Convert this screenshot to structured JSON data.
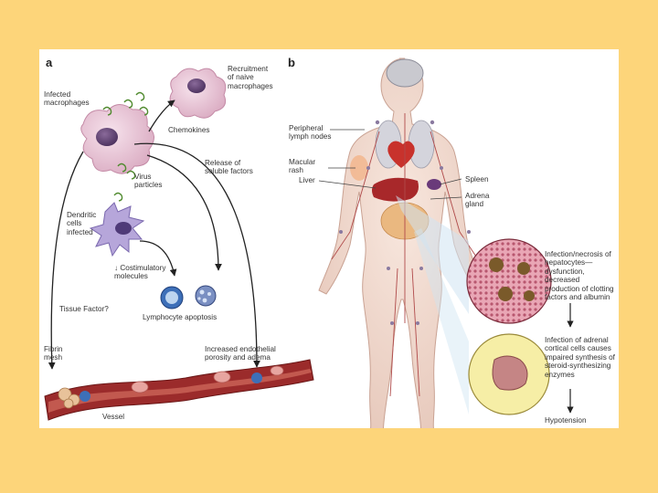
{
  "figure": {
    "panel_a": {
      "letter": "a",
      "infected_macrophages": "Infected\nmacrophages",
      "recruitment": "Recruitment\nof naive\nmacrophages",
      "chemokines": "Chemokines",
      "release": "Release of\nsoluble factors",
      "virus_particles": "Virus\nparticles",
      "dendritic": "Dendritic\ncells\ninfected",
      "costimulatory": "↓ Costimulatory\nmolecules",
      "tissue_factor": "Tissue Factor?",
      "lymphocyte": "Lymphocyte apoptosis",
      "fibrin": "Fibrin\nmesh",
      "endothelial": "Increased endothelial\nporosity and adema",
      "vessel": "Vessel"
    },
    "panel_b": {
      "letter": "b",
      "peripheral": "Peripheral\nlymph nodes",
      "macular": "Macular\nrash",
      "liver": "Liver",
      "spleen": "Spleen",
      "adrena": "Adrena\ngland",
      "hepatocytes": "Infection/necrosis of\nhepatocytes—\ndysfunction, decreased\nproduction of clotting\nfactors and albumin",
      "adrenal_cells": "Infection of adrenal\ncortical cells causes\nimpaired synthesis of\nsteroid-synthesizing\nenzymes",
      "hypotension": "Hypotension"
    }
  },
  "colors": {
    "background": "#fdd57a",
    "macrophage": "#e8c7d6",
    "dendritic": "#a99ad0",
    "vessel": "#9b2b2b"
  }
}
